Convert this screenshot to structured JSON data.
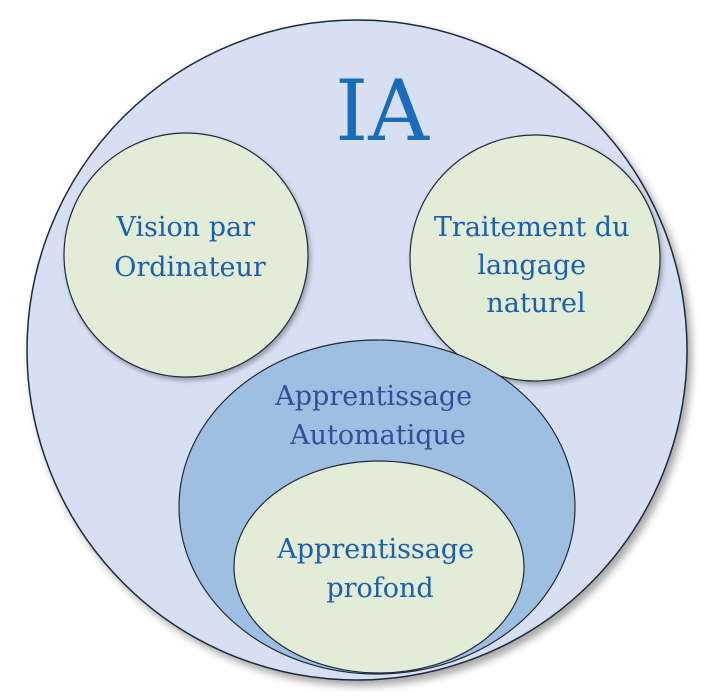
{
  "diagram": {
    "title": "IA",
    "vision": [
      "Vision par",
      "Ordinateur"
    ],
    "nlp": [
      "Traitement du",
      "langage",
      "naturel"
    ],
    "ml": [
      "Apprentissage",
      "Automatique"
    ],
    "dl": [
      "Apprentissage",
      "profond"
    ]
  },
  "colors": {
    "outer_fill": "#d6e0f2",
    "inner_fill": "#e3ecd6",
    "ml_fill": "#9fbfe2",
    "stroke": "#1e2a3a",
    "title_text": "#1a6cb8",
    "label_text": "#1a5fae",
    "ml_text": "#2f4f9a"
  }
}
